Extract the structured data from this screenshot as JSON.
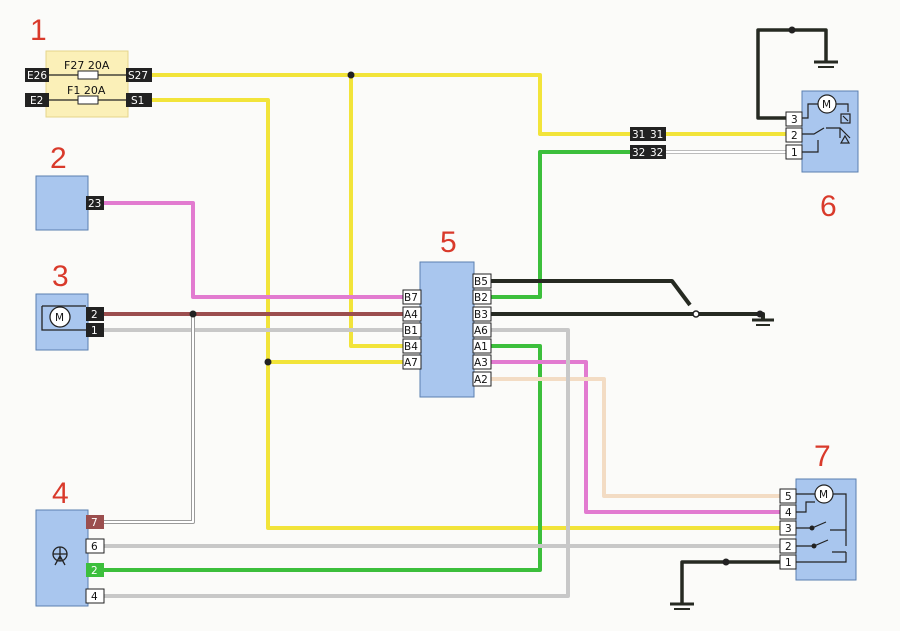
{
  "colors": {
    "yellow": "#f2e43a",
    "green": "#3cbf3c",
    "pink": "#e27bd0",
    "black": "#262a22",
    "grey": "#c8c8c8",
    "brown": "#9b4e4e",
    "white_wire": "#ffffff",
    "peach": "#f3dcc4",
    "block_fill": "#a9c6ee",
    "block_stroke": "#5a7fb0",
    "fuse_fill": "#fbf0b8",
    "terminal_dark": "#222222",
    "number_red": "#d93a2b"
  },
  "components": {
    "c1": "1",
    "c2": "2",
    "c3": "3",
    "c4": "4",
    "c5": "5",
    "c6": "6",
    "c7": "7"
  },
  "fuse": {
    "f27": "F27 20A",
    "f1": "F1 20A",
    "e26": "E26",
    "s27": "S27",
    "e2": "E2",
    "s1": "S1"
  },
  "block2": {
    "pin": "23"
  },
  "block3": {
    "pin2": "2",
    "pin1": "1",
    "motor": "M"
  },
  "block4": {
    "pin7": "7",
    "pin6": "6",
    "pin2": "2",
    "pin4": "4"
  },
  "block5": {
    "left": [
      "B7",
      "A4",
      "B1",
      "B4",
      "A7"
    ],
    "right": [
      "B5",
      "B2",
      "B3",
      "A6",
      "A1",
      "A3",
      "A2"
    ]
  },
  "connector": {
    "c31a": "31",
    "c31b": "31",
    "c32a": "32",
    "c32b": "32"
  },
  "block6": {
    "pin3": "3",
    "pin2": "2",
    "pin1": "1",
    "motor": "M"
  },
  "block7": {
    "pin5": "5",
    "pin4": "4",
    "pin3": "3",
    "pin2": "2",
    "pin1": "1",
    "motor": "M"
  }
}
